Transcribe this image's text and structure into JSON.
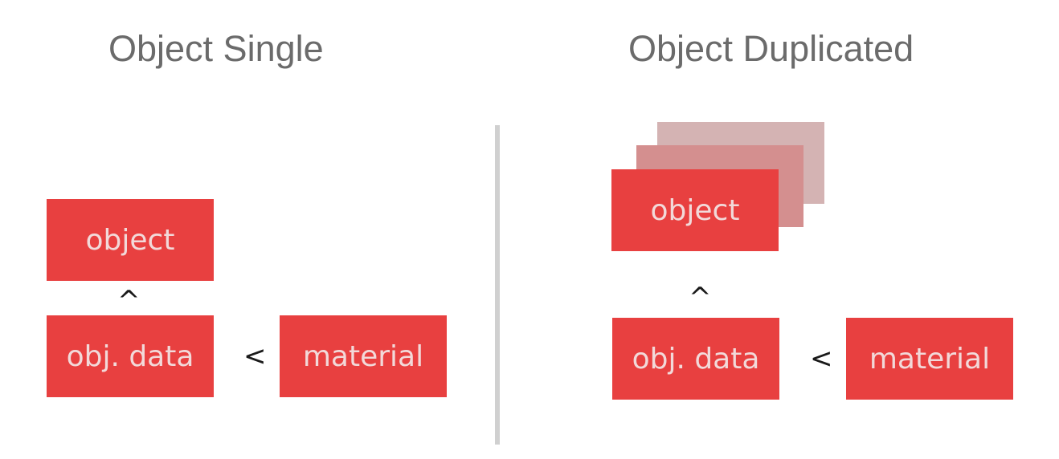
{
  "left_panel": {
    "title": "Object Single",
    "object_label": "object",
    "arrow_up": "^",
    "obj_data_label": "obj. data",
    "arrow_left": "<",
    "material_label": "material"
  },
  "right_panel": {
    "title": "Object Duplicated",
    "object_label": "object",
    "arrow_up": "^",
    "obj_data_label": "obj. data",
    "arrow_left": "<",
    "material_label": "material"
  },
  "colors": {
    "box_fill": "#e84040",
    "box_text": "#f2d9d9",
    "duplicate_back": "#d4b3b3",
    "duplicate_middle": "#d48f8f",
    "title_text": "#6b6b6b",
    "divider": "#d0d0d0"
  }
}
